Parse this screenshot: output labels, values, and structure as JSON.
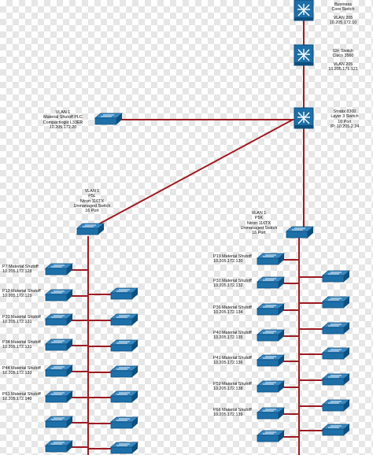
{
  "colors": {
    "link": "#9e1b22",
    "switch_fill": "#1d6fa8",
    "switch_dark": "#0e4f7e",
    "icon_white": "#ffffff"
  },
  "icons": {
    "core_switch": "layer3-switch-icon",
    "workgroup_switch": "workgroup-switch-icon"
  },
  "nodes": {
    "business_core": {
      "line1": "Business",
      "line2": "Core Switch",
      "line3": "VLAN 205",
      "line4": "10.205.172.10"
    },
    "idf": {
      "line1": "IDF Switch",
      "line2": "Cisco 3560",
      "line3": "VLAN 205",
      "line4": "10.205.171.121"
    },
    "stratix": {
      "line1": "Stratix 8300",
      "line2": "Layer 3 Switch",
      "line3": "10 Port",
      "line4": "IP: 10.205.2.24"
    },
    "plc": {
      "line1": "VLAN 1",
      "line2": "Material Shutoff PLC",
      "line3": "Compactlogix L33ER",
      "line4": "10.205.172.20"
    },
    "p5l": {
      "line1": "VLAN 1",
      "line2": "P5L",
      "line3": "Ntron 116TX",
      "line4": "Unmanaged Switch",
      "line5": "16 Port"
    },
    "p5k": {
      "line1": "VLAN 1",
      "line2": "P5K",
      "line3": "Ntron 116TX",
      "line4": "Unmanaged Switch",
      "line5": "16 Port"
    }
  },
  "left_devices": [
    {
      "name": "P7 Material Shutoff",
      "ip": "10.205.172.128"
    },
    {
      "name": "P13 Material Shutoff",
      "ip": "10.205.172.129"
    },
    {
      "name": "P31 Material Shutoff",
      "ip": "10.205.172.131"
    },
    {
      "name": "P34 Material Shutoff",
      "ip": "10.205.172.131"
    },
    {
      "name": "P44 Material Shutoff",
      "ip": "10.205.172.133"
    },
    {
      "name": "P61 Material Shutoff",
      "ip": "10.205.172.140"
    }
  ],
  "right_devices": [
    {
      "name": "P19 Material Shutoff",
      "ip": "10.205.172.130"
    },
    {
      "name": "P32 Material Shutoff",
      "ip": "10.205.172.132"
    },
    {
      "name": "P36 Material Shutoff",
      "ip": "10.205.172.134"
    },
    {
      "name": "P40 Material Shutoff",
      "ip": "10.205.172.135"
    },
    {
      "name": "P41 Material Shutoff",
      "ip": "10.205.172.136"
    },
    {
      "name": "P59 Material Shutoff",
      "ip": "10.205.172.138"
    },
    {
      "name": "P66 Material Shutoff",
      "ip": "10.205.172.139"
    }
  ]
}
